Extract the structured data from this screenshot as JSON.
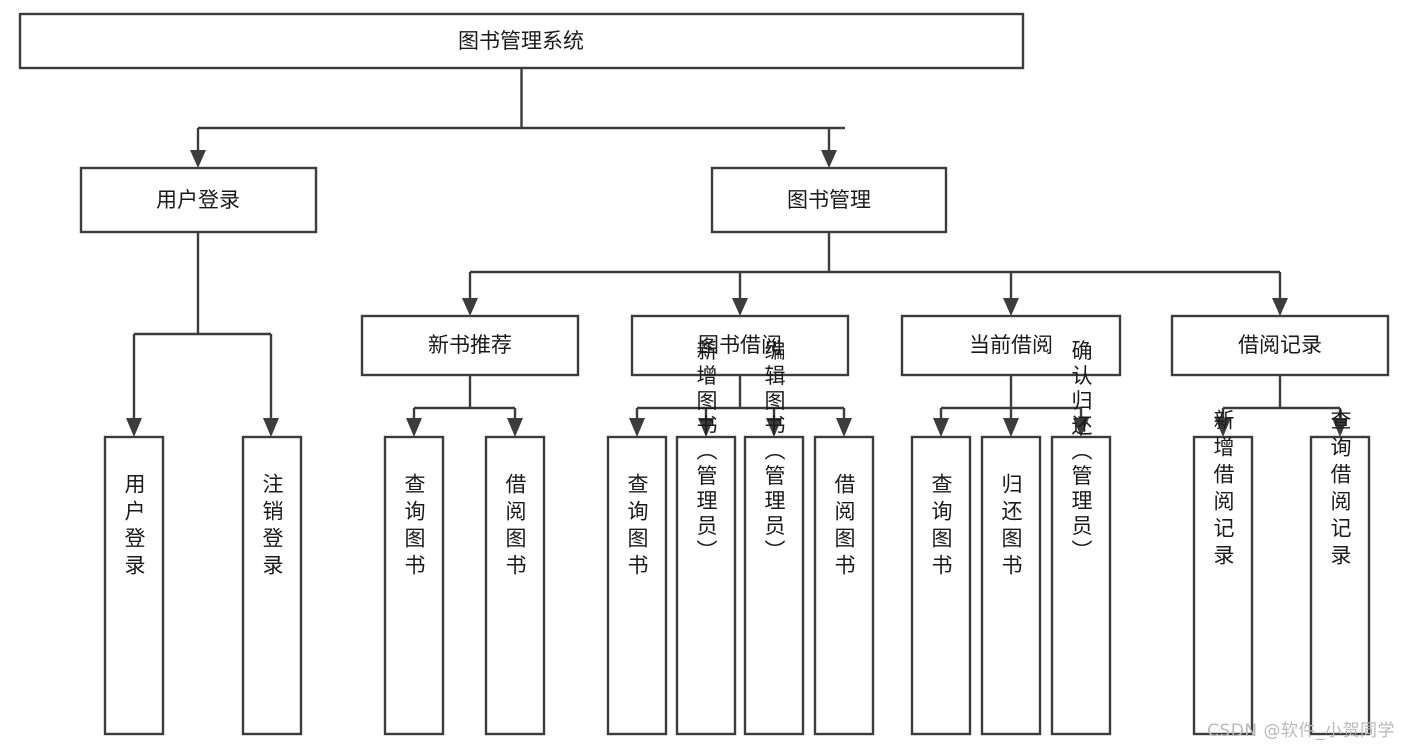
{
  "diagram": {
    "type": "tree-hierarchy",
    "title": "图书管理系统",
    "watermark": "CSDN @软件_小贺同学",
    "colors": {
      "box_stroke": "#3c3c3c",
      "box_fill": "#ffffff",
      "text": "#1a1a1a",
      "connector": "#3c3c3c",
      "watermark": "#b9b9b9",
      "background": "#ffffff"
    },
    "levels": {
      "root": {
        "label": "图书管理系统"
      },
      "level2": [
        {
          "id": "user-login",
          "label": "用户登录"
        },
        {
          "id": "book-management",
          "label": "图书管理"
        }
      ],
      "level3": [
        {
          "id": "new-book-recommend",
          "label": "新书推荐",
          "parent": "book-management"
        },
        {
          "id": "book-borrow",
          "label": "图书借阅",
          "parent": "book-management"
        },
        {
          "id": "current-borrow",
          "label": "当前借阅",
          "parent": "book-management"
        },
        {
          "id": "borrow-record",
          "label": "借阅记录",
          "parent": "book-management"
        }
      ],
      "leaves": [
        {
          "id": "leaf-user-login",
          "label": "用户登录",
          "parent": "user-login"
        },
        {
          "id": "leaf-logout",
          "label": "注销登录",
          "parent": "user-login"
        },
        {
          "id": "leaf-query-book-1",
          "label": "查询图书",
          "parent": "new-book-recommend"
        },
        {
          "id": "leaf-borrow-book-1",
          "label": "借阅图书",
          "parent": "new-book-recommend"
        },
        {
          "id": "leaf-query-book-2",
          "label": "查询图书",
          "parent": "book-borrow"
        },
        {
          "id": "leaf-add-book",
          "label": "新增图书（管理员）",
          "parent": "book-borrow"
        },
        {
          "id": "leaf-edit-book",
          "label": "编辑图书（管理员）",
          "parent": "book-borrow"
        },
        {
          "id": "leaf-borrow-book-2",
          "label": "借阅图书",
          "parent": "book-borrow"
        },
        {
          "id": "leaf-query-book-3",
          "label": "查询图书",
          "parent": "current-borrow"
        },
        {
          "id": "leaf-return-book",
          "label": "归还图书",
          "parent": "current-borrow"
        },
        {
          "id": "leaf-confirm-return",
          "label": "确认归还（管理员）",
          "parent": "current-borrow"
        },
        {
          "id": "leaf-add-record",
          "label": "新增借阅记录",
          "parent": "borrow-record"
        },
        {
          "id": "leaf-query-record",
          "label": "查询借阅记录",
          "parent": "borrow-record"
        }
      ]
    }
  }
}
